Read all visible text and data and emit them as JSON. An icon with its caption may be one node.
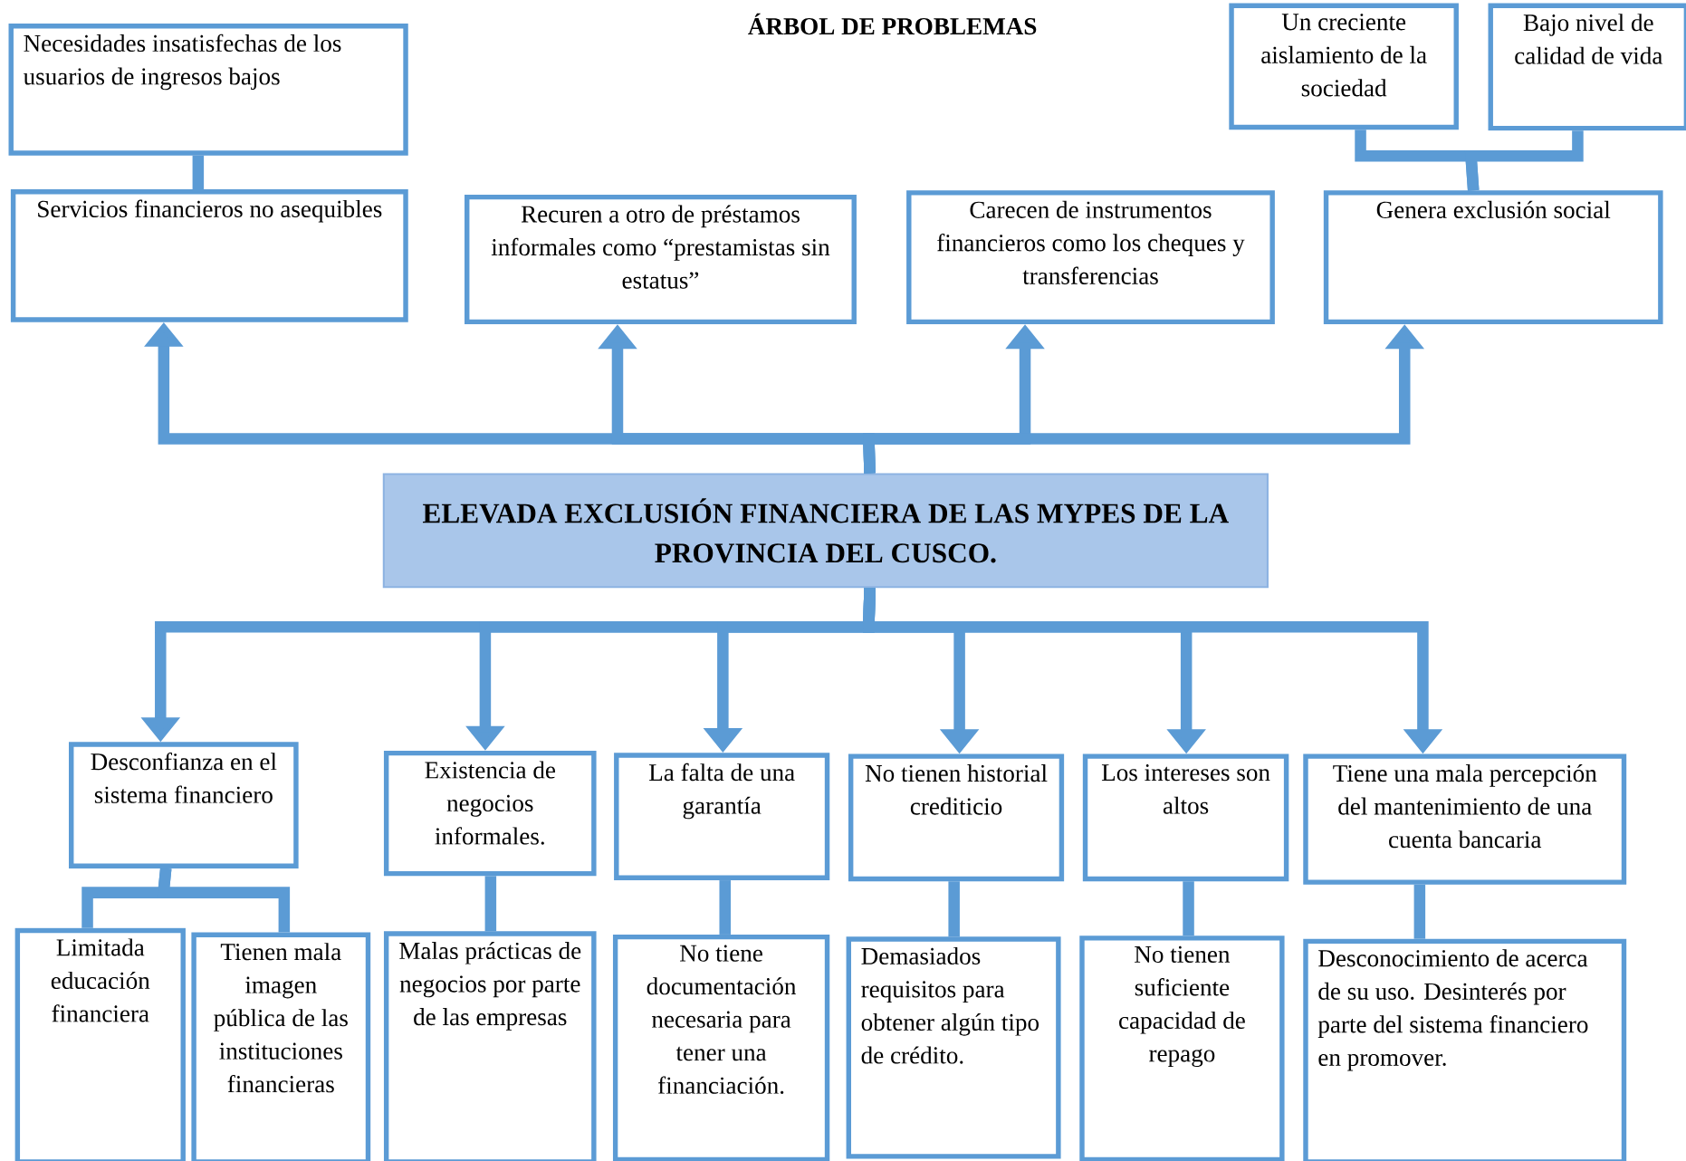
{
  "diagram": {
    "title": "ÁRBOL DE PROBLEMAS",
    "nodes": [
      {
        "text": [
          "Necesidades insatisfechas de los usuarios de ingresos bajos"
        ]
      },
      {
        "text": [
          "Servicios financieros no asequibles"
        ]
      },
      {
        "text": [
          "Recuren a otro de préstamos informales como “prestamistas sin estatus”"
        ]
      },
      {
        "text": [
          "Carecen de instrumentos financieros como los cheques y transferencias"
        ]
      },
      {
        "text": [
          "Genera exclusión social"
        ]
      },
      {
        "text": [
          "Un creciente aislamiento de la sociedad"
        ]
      },
      {
        "text": [
          "Bajo nivel de calidad de vida"
        ]
      },
      {
        "text": [
          "ELEVADA EXCLUSIÓN FINANCIERA DE LAS MYPES DE LA PROVINCIA DEL CUSCO."
        ]
      },
      {
        "text": [
          "Desconfianza en el sistema financiero"
        ]
      },
      {
        "text": [
          "Existencia de negocios informales."
        ]
      },
      {
        "text": [
          "La falta de una garantía"
        ]
      },
      {
        "text": [
          "No tienen historial crediticio"
        ]
      },
      {
        "text": [
          "Los intereses son altos"
        ]
      },
      {
        "text": [
          "Tiene una mala percepción del mantenimiento de una cuenta bancaria"
        ]
      },
      {
        "text": [
          "Limitada educación financiera"
        ]
      },
      {
        "text": [
          "Tienen mala imagen pública de las instituciones financieras"
        ]
      },
      {
        "text": [
          "Malas prácticas de negocios por parte de las empresas"
        ]
      },
      {
        "text": [
          "No tiene documentación necesaria para tener una financiación."
        ]
      },
      {
        "text": [
          "Demasiados requisitos para obtener algún tipo de crédito."
        ]
      },
      {
        "text": [
          "No tienen suficiente capacidad de repago"
        ]
      },
      {
        "text": [
          "Desconocimiento de acerca de su uso. Desinterés por parte del sistema financiero en promover."
        ]
      }
    ],
    "edges": [
      {
        "from": 1,
        "to": 0,
        "arrow": "none"
      },
      {
        "from": 4,
        "to": 5,
        "arrow": "none"
      },
      {
        "from": 4,
        "to": 6,
        "arrow": "none"
      },
      {
        "from": 7,
        "to": 1,
        "arrow": "to"
      },
      {
        "from": 7,
        "to": 2,
        "arrow": "to"
      },
      {
        "from": 7,
        "to": 3,
        "arrow": "to"
      },
      {
        "from": 7,
        "to": 4,
        "arrow": "to"
      },
      {
        "from": 7,
        "to": 8,
        "arrow": "to"
      },
      {
        "from": 7,
        "to": 9,
        "arrow": "to"
      },
      {
        "from": 7,
        "to": 10,
        "arrow": "to"
      },
      {
        "from": 7,
        "to": 11,
        "arrow": "to"
      },
      {
        "from": 7,
        "to": 12,
        "arrow": "to"
      },
      {
        "from": 7,
        "to": 13,
        "arrow": "to"
      },
      {
        "from": 8,
        "to": 14,
        "arrow": "none"
      },
      {
        "from": 8,
        "to": 15,
        "arrow": "none"
      },
      {
        "from": 9,
        "to": 16,
        "arrow": "none"
      },
      {
        "from": 10,
        "to": 17,
        "arrow": "none"
      },
      {
        "from": 11,
        "to": 18,
        "arrow": "none"
      },
      {
        "from": 12,
        "to": 19,
        "arrow": "none"
      },
      {
        "from": 13,
        "to": 20,
        "arrow": "none"
      }
    ]
  }
}
